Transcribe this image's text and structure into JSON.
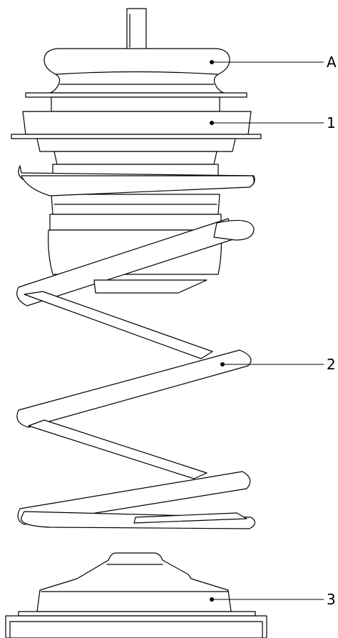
{
  "callouts": [
    {
      "id": "A",
      "label": "A"
    },
    {
      "id": "1",
      "label": "1"
    },
    {
      "id": "2",
      "label": "2"
    },
    {
      "id": "3",
      "label": "3"
    }
  ],
  "colors": {
    "line": "#000000",
    "background": "#ffffff"
  }
}
